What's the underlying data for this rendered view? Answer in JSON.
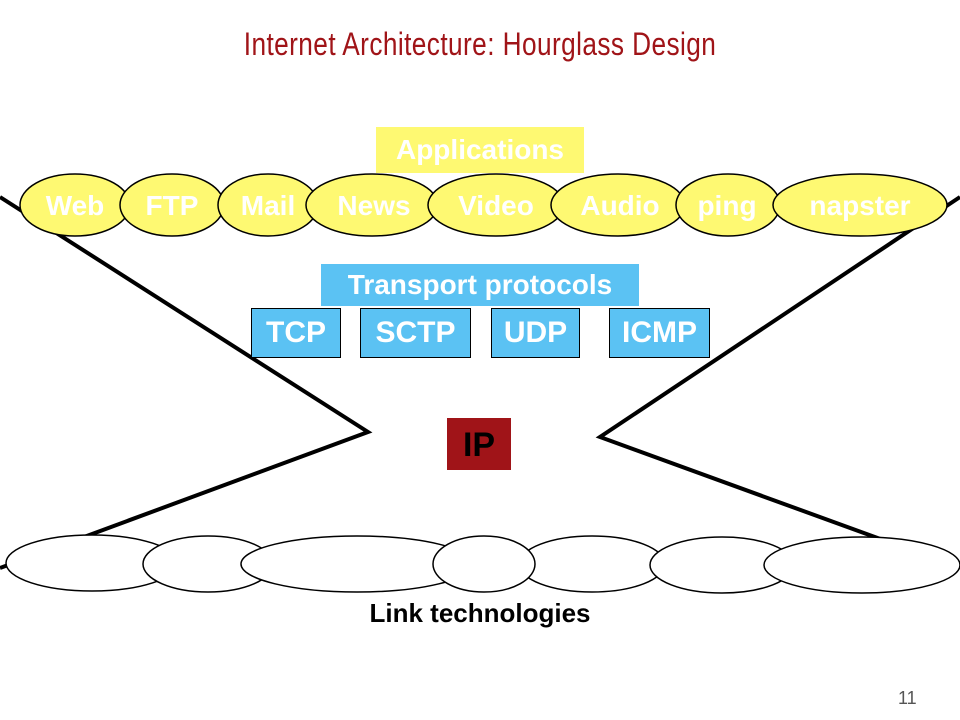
{
  "title": "Internet Architecture: Hourglass Design",
  "layers": {
    "applications": {
      "label": "Applications",
      "items": [
        "Web",
        "FTP",
        "Mail",
        "News",
        "Video",
        "Audio",
        "ping",
        "napster"
      ]
    },
    "transport": {
      "label": "Transport protocols",
      "items": [
        "TCP",
        "SCTP",
        "UDP",
        "ICMP"
      ]
    },
    "network": {
      "label": "IP"
    },
    "link": {
      "label": "Link technologies"
    }
  },
  "page_number": "11",
  "colors": {
    "title": "#a01418",
    "app_fill": "#fef972",
    "transport_fill": "#5bc2f3",
    "ip_fill": "#a01418"
  }
}
